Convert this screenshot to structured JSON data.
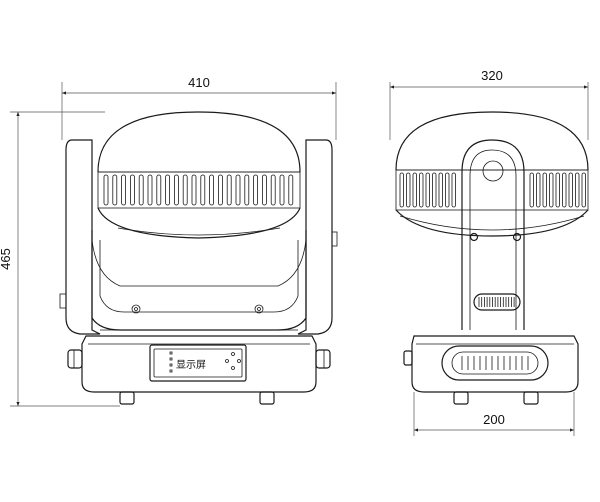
{
  "dimensions": {
    "front_width": "410",
    "front_height": "465",
    "side_width": "320",
    "base_width": "200"
  },
  "display_panel": {
    "label": "显示屏"
  },
  "colors": {
    "line": "#1a1a1a",
    "background": "#ffffff"
  }
}
